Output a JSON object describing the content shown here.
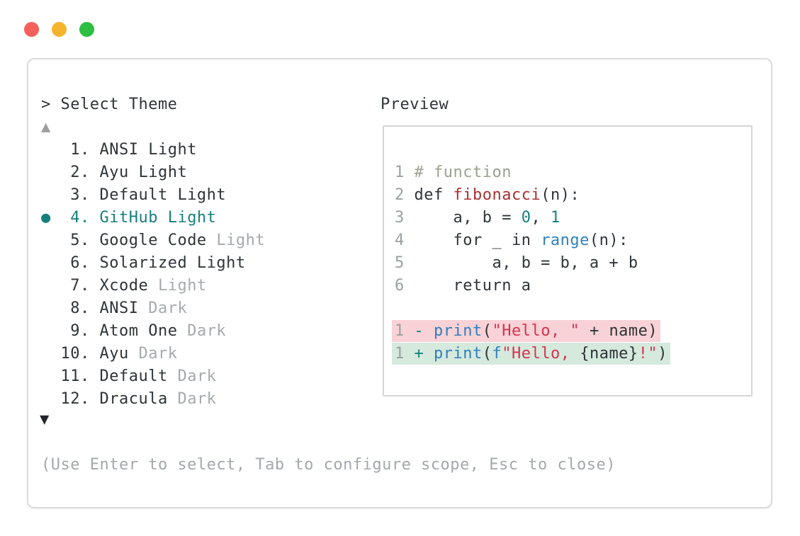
{
  "colors": {
    "accent_teal": "#16807d",
    "syntax_builtin_blue": "#2e7fbf",
    "syntax_string_red": "#d63350",
    "syntax_function_darkred": "#a83232",
    "syntax_comment_olive": "#9ba18f",
    "muted_gray": "#a6aaac",
    "diff_removed_bg": "#f8d2d6",
    "diff_added_bg": "#d5e9dd",
    "traffic_close": "#f4605a",
    "traffic_minimize": "#f4b42c",
    "traffic_zoom": "#2dbe41"
  },
  "window": {
    "prompt": "> Select Theme",
    "scroll_up_glyph": "▲",
    "scroll_down_glyph": "▼",
    "help_text": "(Use Enter to select, Tab to configure scope, Esc to close)"
  },
  "theme_list": {
    "selected_number": 4,
    "items": [
      {
        "prefix": "   1. ",
        "name": "ANSI Light",
        "suffix": "",
        "selected": false
      },
      {
        "prefix": "   2. ",
        "name": "Ayu Light",
        "suffix": "",
        "selected": false
      },
      {
        "prefix": "   3. ",
        "name": "Default Light",
        "suffix": "",
        "selected": false
      },
      {
        "prefix": "●  4. ",
        "name": "GitHub Light",
        "suffix": "",
        "selected": true
      },
      {
        "prefix": "   5. ",
        "name": "Google Code",
        "suffix": " Light",
        "selected": false
      },
      {
        "prefix": "   6. ",
        "name": "Solarized Light",
        "suffix": "",
        "selected": false
      },
      {
        "prefix": "   7. ",
        "name": "Xcode",
        "suffix": " Light",
        "selected": false
      },
      {
        "prefix": "   8. ",
        "name": "ANSI",
        "suffix": " Dark",
        "selected": false
      },
      {
        "prefix": "   9. ",
        "name": "Atom One",
        "suffix": " Dark",
        "selected": false
      },
      {
        "prefix": "  10. ",
        "name": "Ayu",
        "suffix": " Dark",
        "selected": false
      },
      {
        "prefix": "  11. ",
        "name": "Default",
        "suffix": " Dark",
        "selected": false
      },
      {
        "prefix": "  12. ",
        "name": "Dracula",
        "suffix": " Dark",
        "selected": false
      }
    ]
  },
  "preview": {
    "title": "Preview",
    "code": [
      {
        "num": "1",
        "bg": "none",
        "tokens": [
          {
            "text": " ",
            "type": "plain"
          },
          {
            "text": "# function",
            "type": "comment"
          }
        ]
      },
      {
        "num": "2",
        "bg": "none",
        "tokens": [
          {
            "text": " def ",
            "type": "plain"
          },
          {
            "text": "fibonacci",
            "type": "function"
          },
          {
            "text": "(n):",
            "type": "plain"
          }
        ]
      },
      {
        "num": "3",
        "bg": "none",
        "tokens": [
          {
            "text": "     a, b = ",
            "type": "plain"
          },
          {
            "text": "0",
            "type": "number"
          },
          {
            "text": ", ",
            "type": "plain"
          },
          {
            "text": "1",
            "type": "number"
          }
        ]
      },
      {
        "num": "4",
        "bg": "none",
        "tokens": [
          {
            "text": "     for _ in ",
            "type": "plain"
          },
          {
            "text": "range",
            "type": "builtin"
          },
          {
            "text": "(n):",
            "type": "plain"
          }
        ]
      },
      {
        "num": "5",
        "bg": "none",
        "tokens": [
          {
            "text": "         a, b = b, a + b",
            "type": "plain"
          }
        ]
      },
      {
        "num": "6",
        "bg": "none",
        "tokens": [
          {
            "text": "     return a",
            "type": "plain"
          }
        ]
      },
      {
        "num": "",
        "bg": "none",
        "tokens": [
          {
            "text": "",
            "type": "plain"
          }
        ]
      },
      {
        "num": "1",
        "bg": "removed",
        "tokens": [
          {
            "text": " ",
            "type": "plain"
          },
          {
            "text": "-",
            "type": "diff-sign"
          },
          {
            "text": " ",
            "type": "plain"
          },
          {
            "text": "print",
            "type": "builtin"
          },
          {
            "text": "(",
            "type": "plain"
          },
          {
            "text": "\"Hello, \"",
            "type": "string"
          },
          {
            "text": " + name)",
            "type": "plain"
          }
        ]
      },
      {
        "num": "1",
        "bg": "added",
        "tokens": [
          {
            "text": " ",
            "type": "plain"
          },
          {
            "text": "+",
            "type": "diff-sign"
          },
          {
            "text": " ",
            "type": "plain"
          },
          {
            "text": "print",
            "type": "builtin"
          },
          {
            "text": "(",
            "type": "plain"
          },
          {
            "text": "f",
            "type": "builtin"
          },
          {
            "text": "\"Hello, ",
            "type": "string"
          },
          {
            "text": "{name}",
            "type": "plain"
          },
          {
            "text": "!\"",
            "type": "string"
          },
          {
            "text": ")",
            "type": "plain"
          }
        ]
      }
    ]
  }
}
